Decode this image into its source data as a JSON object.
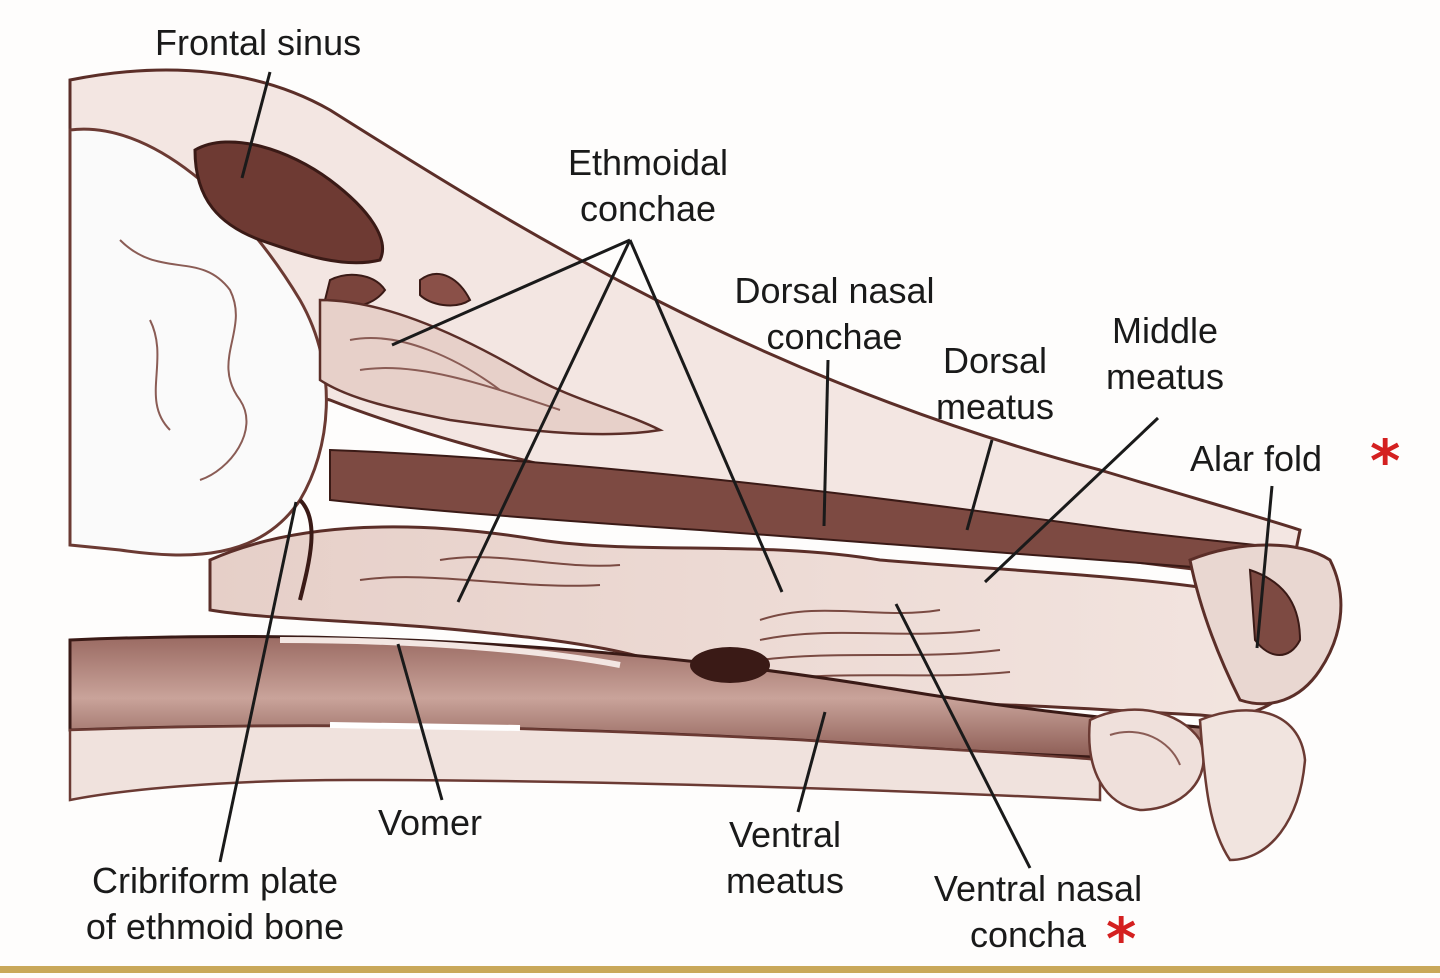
{
  "labels": {
    "frontal_sinus": "Frontal sinus",
    "ethmoidal_conchae_1": "Ethmoidal",
    "ethmoidal_conchae_2": "conchae",
    "dorsal_nasal_conchae_1": "Dorsal nasal",
    "dorsal_nasal_conchae_2": "conchae",
    "dorsal_meatus_1": "Dorsal",
    "dorsal_meatus_2": "meatus",
    "middle_meatus_1": "Middle",
    "middle_meatus_2": "meatus",
    "alar_fold": "Alar fold",
    "vomer": "Vomer",
    "ventral_meatus_1": "Ventral",
    "ventral_meatus_2": "meatus",
    "ventral_nasal_concha_1": "Ventral nasal",
    "ventral_nasal_concha_2": "concha",
    "cribriform_1": "Cribriform plate",
    "cribriform_2": "of ethmoid bone"
  },
  "marker": {
    "symbol": "*",
    "color": "#d42020"
  },
  "colors": {
    "background": "#fefdfc",
    "tissue_light": "#eedcd6",
    "tissue_mid": "#c79c92",
    "tissue_dark": "#6e3a33",
    "outline": "#3a1a16",
    "bottom_rule": "#c9a85a"
  }
}
